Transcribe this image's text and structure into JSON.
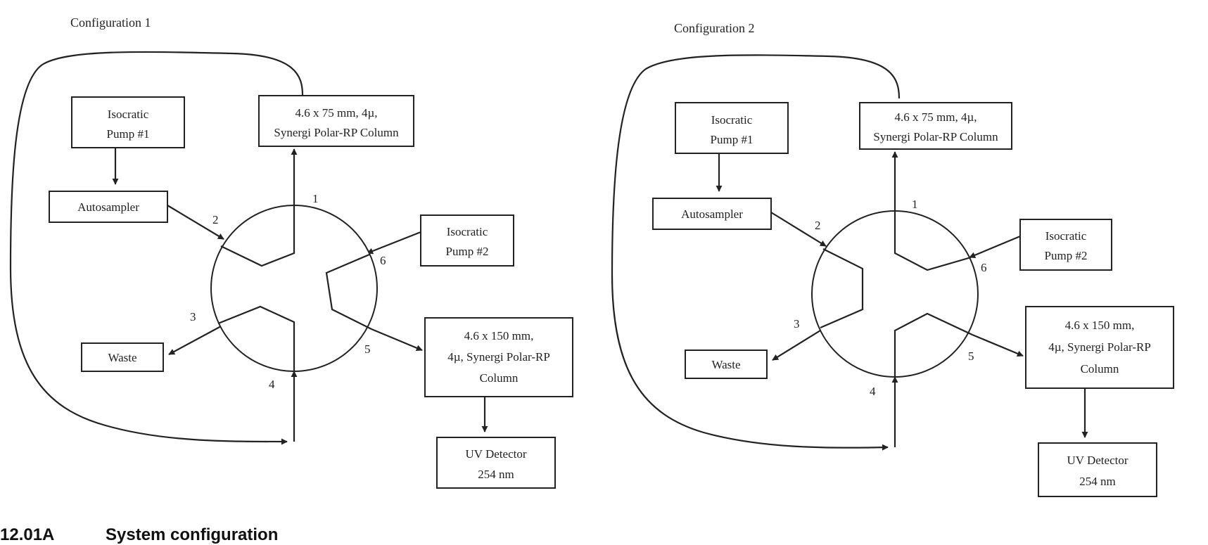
{
  "configurations": [
    {
      "title": "Configuration 1",
      "pump1": [
        "Isocratic",
        "Pump #1"
      ],
      "column1": [
        "4.6 x 75 mm, 4µ,",
        "Synergi Polar-RP Column"
      ],
      "autosampler": "Autosampler",
      "pump2": [
        "Isocratic",
        "Pump #2"
      ],
      "waste": "Waste",
      "column2": [
        "4.6 x 150 mm,",
        "4µ, Synergi Polar-RP",
        "Column"
      ],
      "detector": [
        "UV Detector",
        "254 nm"
      ],
      "ports": [
        "1",
        "2",
        "3",
        "4",
        "5",
        "6"
      ]
    },
    {
      "title": "Configuration 2",
      "pump1": [
        "Isocratic",
        "Pump #1"
      ],
      "column1": [
        "4.6 x 75 mm, 4µ,",
        "Synergi Polar-RP Column"
      ],
      "autosampler": "Autosampler",
      "pump2": [
        "Isocratic",
        "Pump #2"
      ],
      "waste": "Waste",
      "column2": [
        "4.6 x 150 mm,",
        "4µ, Synergi Polar-RP",
        "Column"
      ],
      "detector": [
        "UV Detector",
        "254 nm"
      ],
      "ports": [
        "1",
        "2",
        "3",
        "4",
        "5",
        "6"
      ]
    }
  ],
  "caption": {
    "number": "12.01A",
    "text": "System configuration"
  }
}
